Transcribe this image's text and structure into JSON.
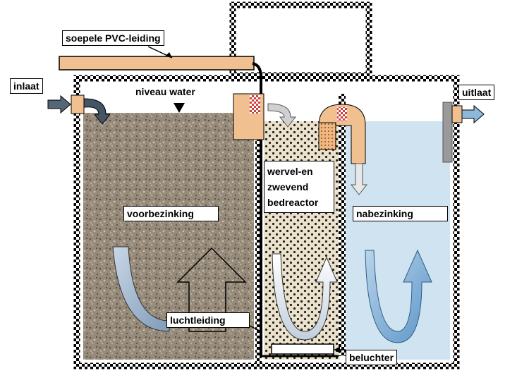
{
  "labels": {
    "pvc_pipe": "soepele PVC-leiding",
    "inlet": "inlaat",
    "water_level": "niveau water",
    "outlet": "uitlaat",
    "reactor_line1": "wervel-en",
    "reactor_line2": "zwevend",
    "reactor_line3": "bedreactor",
    "pre_settling": "voorbezinking",
    "post_settling": "nabezinking",
    "air_line": "luchtleiding",
    "aerator": "beluchter"
  },
  "colors": {
    "tank_wall": "#000000",
    "pre_settling_fill": "#9a8f80",
    "reactor_fill": "#e8dcc4",
    "post_settling_fill": "#cfe3f0",
    "pipe": "#f0c090",
    "arrow_blue": "#8fb8d8",
    "arrow_light": "#dfe6ee"
  }
}
